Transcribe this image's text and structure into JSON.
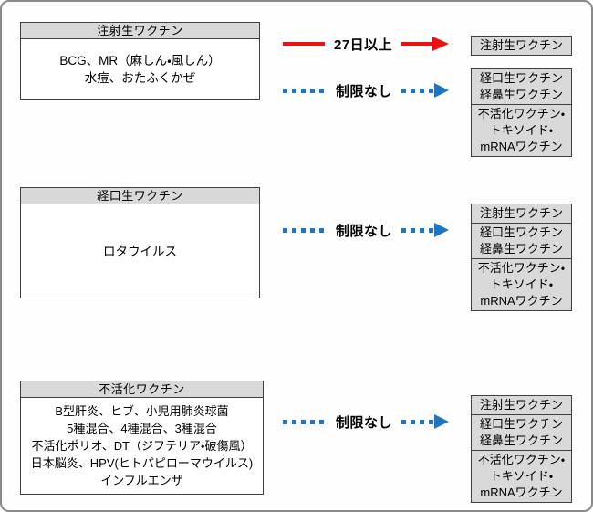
{
  "diagram": {
    "colors": {
      "red_arrow": "#ee1111",
      "blue_arrow": "#1d76c2",
      "box_fill": "#d9d9d9",
      "box_border": "#404040",
      "frame_border": "#8a8a8a"
    },
    "groups": [
      {
        "id": "injectable-live",
        "source": {
          "title": "注射生ワクチン",
          "lines": [
            "BCG、MR（麻しん・風しん）",
            "水痘、おたふくかぜ"
          ]
        },
        "arrows": [
          {
            "label": "27日以上",
            "style": "solid-red"
          },
          {
            "label": "制限なし",
            "style": "dotted-blue"
          }
        ],
        "targets": [
          {
            "cells": [
              [
                "注射生ワクチン"
              ]
            ]
          },
          {
            "cells": [
              [
                "経口生ワクチン",
                "経鼻生ワクチン"
              ],
              [
                "不活化ワクチン・",
                "トキソイド・",
                "mRNAワクチン"
              ]
            ]
          }
        ]
      },
      {
        "id": "oral-live",
        "source": {
          "title": "経口生ワクチン",
          "lines": [
            "ロタウイルス"
          ]
        },
        "arrows": [
          {
            "label": "制限なし",
            "style": "dotted-blue"
          }
        ],
        "targets": [
          {
            "cells": [
              [
                "注射生ワクチン"
              ],
              [
                "経口生ワクチン",
                "経鼻生ワクチン"
              ],
              [
                "不活化ワクチン・",
                "トキソイド・",
                "mRNAワクチン"
              ]
            ]
          }
        ]
      },
      {
        "id": "inactivated",
        "source": {
          "title": "不活化ワクチン",
          "lines": [
            "B型肝炎、ヒブ、小児用肺炎球菌",
            "5種混合、4種混合、3種混合",
            "不活化ポリオ、DT（ジフテリア・破傷風）",
            "日本脳炎、HPV(ヒトパピローマウイルス)",
            "インフルエンザ"
          ]
        },
        "arrows": [
          {
            "label": "制限なし",
            "style": "dotted-blue"
          }
        ],
        "targets": [
          {
            "cells": [
              [
                "注射生ワクチン"
              ],
              [
                "経口生ワクチン",
                "経鼻生ワクチン"
              ],
              [
                "不活化ワクチン・",
                "トキソイド・",
                "mRNAワクチン"
              ]
            ]
          }
        ]
      }
    ]
  }
}
